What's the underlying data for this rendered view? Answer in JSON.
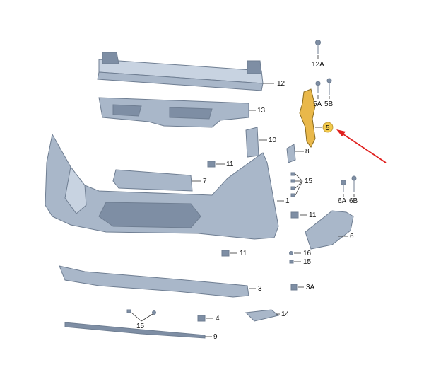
{
  "diagram": {
    "callouts": [
      {
        "id": "c-12a",
        "text": "12A"
      },
      {
        "id": "c-12",
        "text": "12"
      },
      {
        "id": "c-13",
        "text": "13"
      },
      {
        "id": "c-5a",
        "text": "5A"
      },
      {
        "id": "c-5b",
        "text": "5B"
      },
      {
        "id": "c-5",
        "text": "5"
      },
      {
        "id": "c-10",
        "text": "10"
      },
      {
        "id": "c-8",
        "text": "8"
      },
      {
        "id": "c-11-top",
        "text": "11"
      },
      {
        "id": "c-7",
        "text": "7"
      },
      {
        "id": "c-15-right",
        "text": "15"
      },
      {
        "id": "c-6a",
        "text": "6A"
      },
      {
        "id": "c-6b",
        "text": "6B"
      },
      {
        "id": "c-1",
        "text": "1"
      },
      {
        "id": "c-11-mid",
        "text": "11"
      },
      {
        "id": "c-6",
        "text": "6"
      },
      {
        "id": "c-11-low",
        "text": "11"
      },
      {
        "id": "c-16",
        "text": "16"
      },
      {
        "id": "c-15-mid",
        "text": "15"
      },
      {
        "id": "c-3",
        "text": "3"
      },
      {
        "id": "c-3a",
        "text": "3A"
      },
      {
        "id": "c-4",
        "text": "4"
      },
      {
        "id": "c-14",
        "text": "14"
      },
      {
        "id": "c-15-bottom",
        "text": "15"
      },
      {
        "id": "c-9",
        "text": "9"
      }
    ],
    "highlight_color": "#e9b84a",
    "arrow_color": "#e0211f",
    "part_color": "#a9b7c9"
  }
}
